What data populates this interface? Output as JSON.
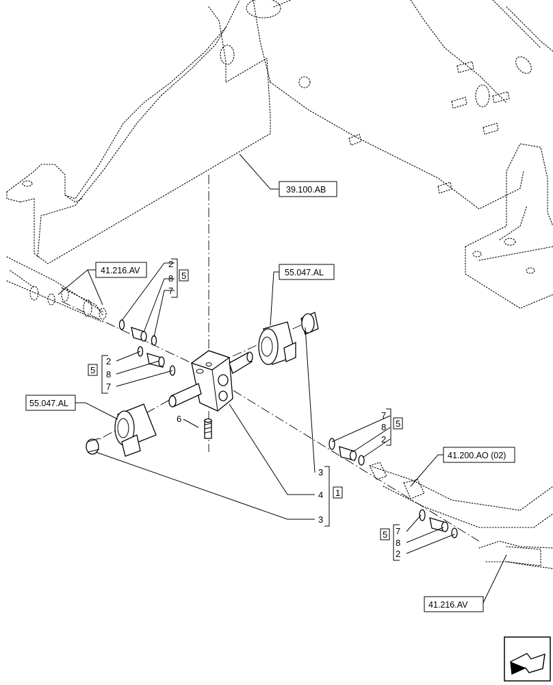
{
  "references": {
    "frame": "39.100.AB",
    "pipe_left": "41.216.AV",
    "solenoid_upper": "55.047.AL",
    "solenoid_left": "55.047.AL",
    "pipe_right": "41.200.AO (02)",
    "pipe_bottom": "41.216.AV"
  },
  "item_numbers": {
    "upper_left_group": {
      "box": "5",
      "items": [
        "2",
        "8",
        "7"
      ]
    },
    "mid_left_group": {
      "box": "5",
      "items": [
        "2",
        "8",
        "7"
      ]
    },
    "right_group": {
      "box": "5",
      "items": [
        "7",
        "8",
        "2"
      ]
    },
    "lower_right_group": {
      "box": "5",
      "items": [
        "7",
        "8",
        "2"
      ]
    },
    "valve_group": {
      "box": "1",
      "items": [
        "3",
        "4",
        "3"
      ]
    },
    "bolt": "6"
  },
  "icons": {
    "navigation": "next-page-arrow-icon"
  }
}
